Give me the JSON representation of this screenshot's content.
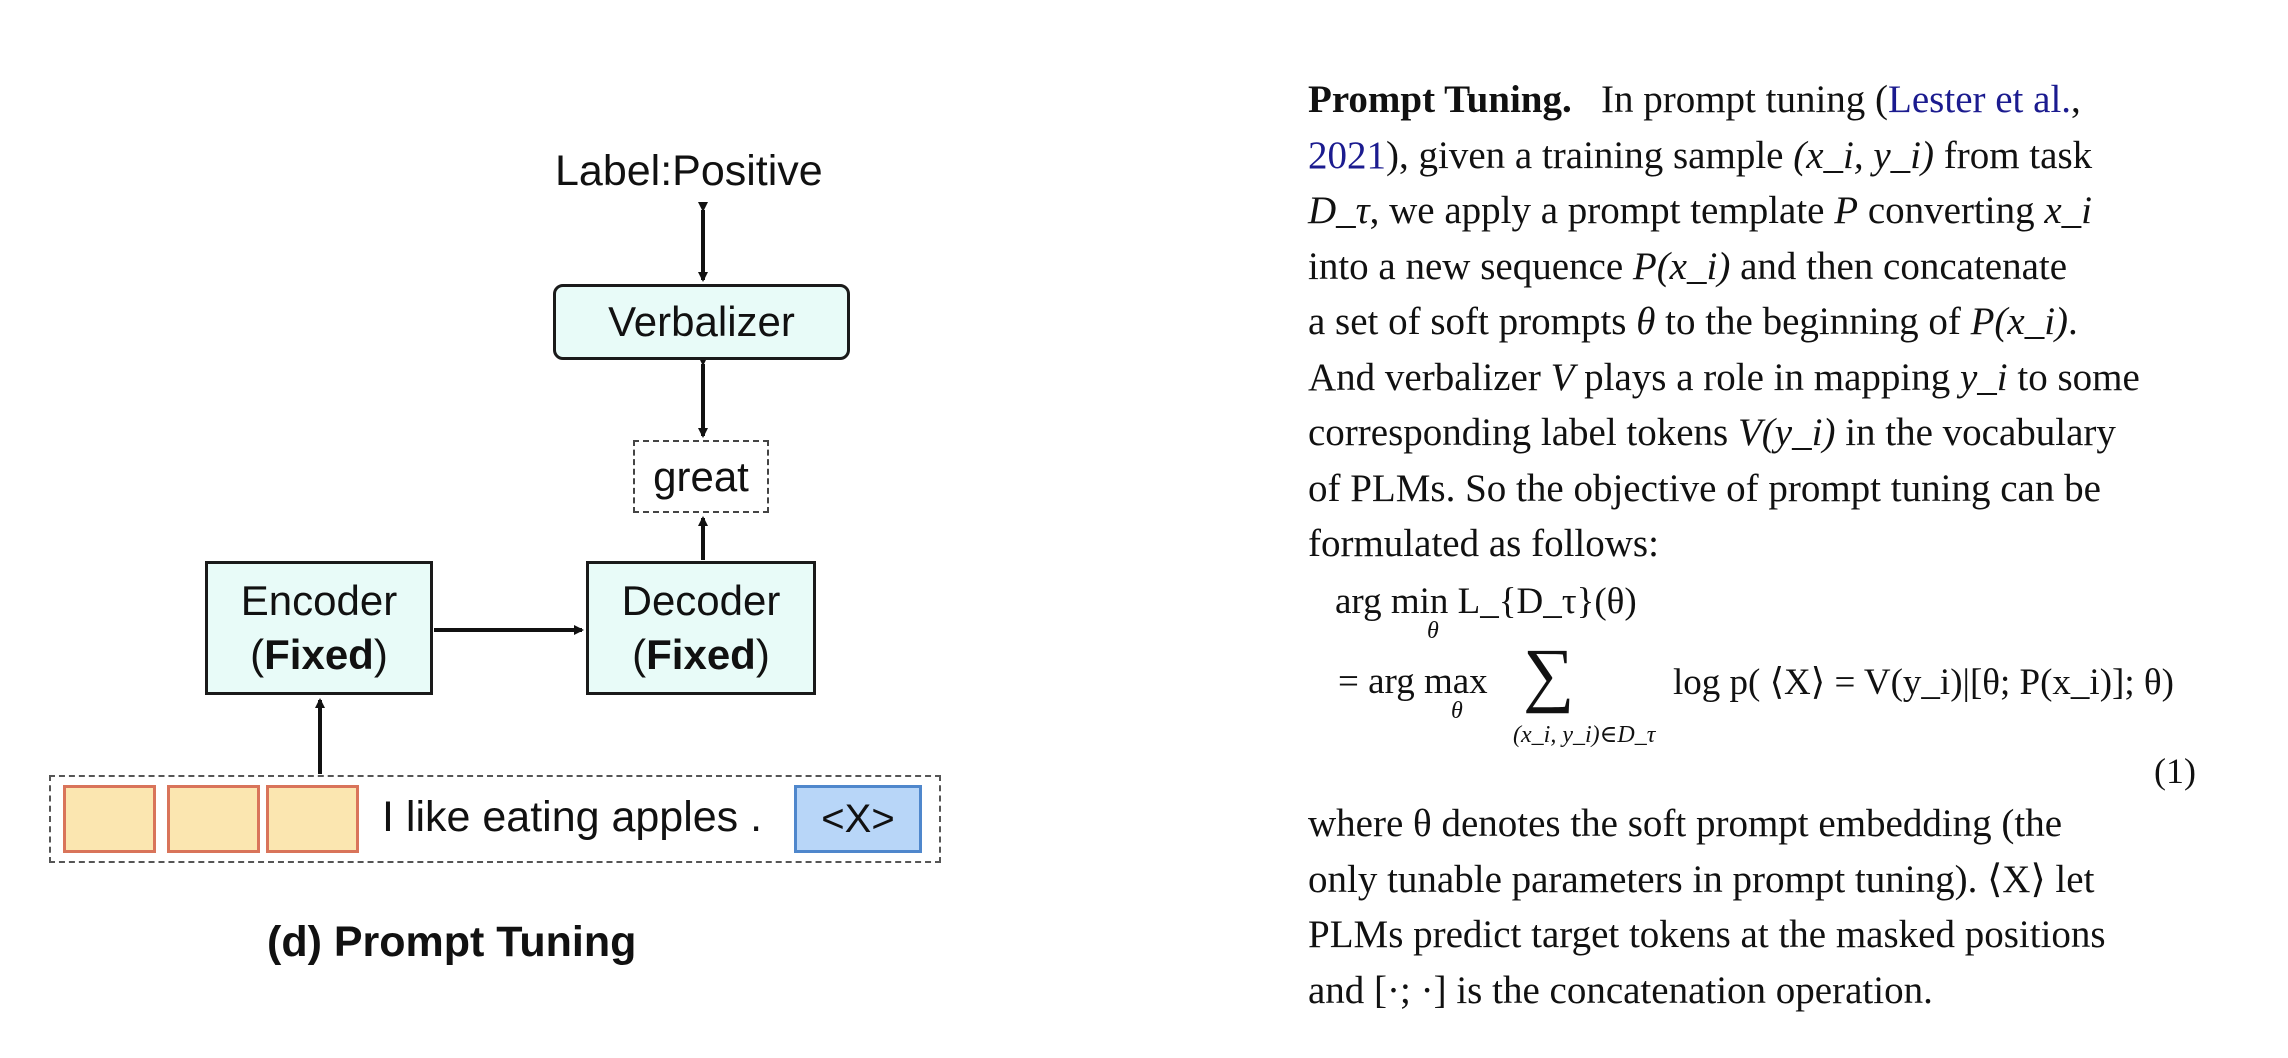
{
  "figure": {
    "label_top": "Label:Positive",
    "verbalizer": "Verbalizer",
    "answer_token": "great",
    "encoder": {
      "name": "Encoder",
      "state": "Fixed"
    },
    "decoder": {
      "name": "Decoder",
      "state": "Fixed"
    },
    "input_sentence": "I like eating apples .",
    "mask_token": "<X>",
    "caption": "(d) Prompt Tuning",
    "colors": {
      "box_fill": "#e8fbf8",
      "soft_prompt_fill": "#fbe6b0",
      "soft_prompt_border": "#d9745a",
      "mask_fill": "#b8d6f8",
      "mask_border": "#4f87cc"
    }
  },
  "text": {
    "heading": "Prompt Tuning.",
    "lines": [
      [
        "In prompt tuning (",
        "Lester et al.",
        ","
      ],
      [
        "2021",
        "), given a training sample ",
        "(x_i, y_i)",
        " from task"
      ],
      [
        "D_τ",
        ", we apply a prompt template ",
        "P",
        " converting ",
        "x_i"
      ],
      [
        "into a new sequence ",
        "P(x_i)",
        " and then concatenate"
      ],
      [
        "a set of soft prompts ",
        "θ",
        " to the beginning of ",
        "P(x_i)",
        "."
      ],
      [
        "And verbalizer ",
        "V",
        " plays a role in mapping ",
        "y_i",
        " to some"
      ],
      [
        "corresponding label tokens ",
        "V(y_i)",
        " in the vocabulary"
      ],
      [
        "of PLMs. So the objective of prompt tuning can be"
      ],
      [
        "formulated as follows:"
      ]
    ],
    "equation": {
      "line1": "arg min L_{D_τ}(θ)",
      "line1_sub": "θ",
      "line2_prefix": "= arg max",
      "line2_sub": "θ",
      "sum_symbol": "∑",
      "sum_sub": "(x_i, y_i)∈D_τ",
      "line2_rest": "log p( ⟨X⟩ = V(y_i)|[θ; P(x_i)]; θ)",
      "number": "(1)"
    },
    "after_lines": [
      "where θ denotes the soft prompt embedding (the",
      "only tunable parameters in prompt tuning). ⟨X⟩ let",
      "PLMs predict target tokens at the masked positions",
      "and [·; ·] is the concatenation operation."
    ]
  }
}
